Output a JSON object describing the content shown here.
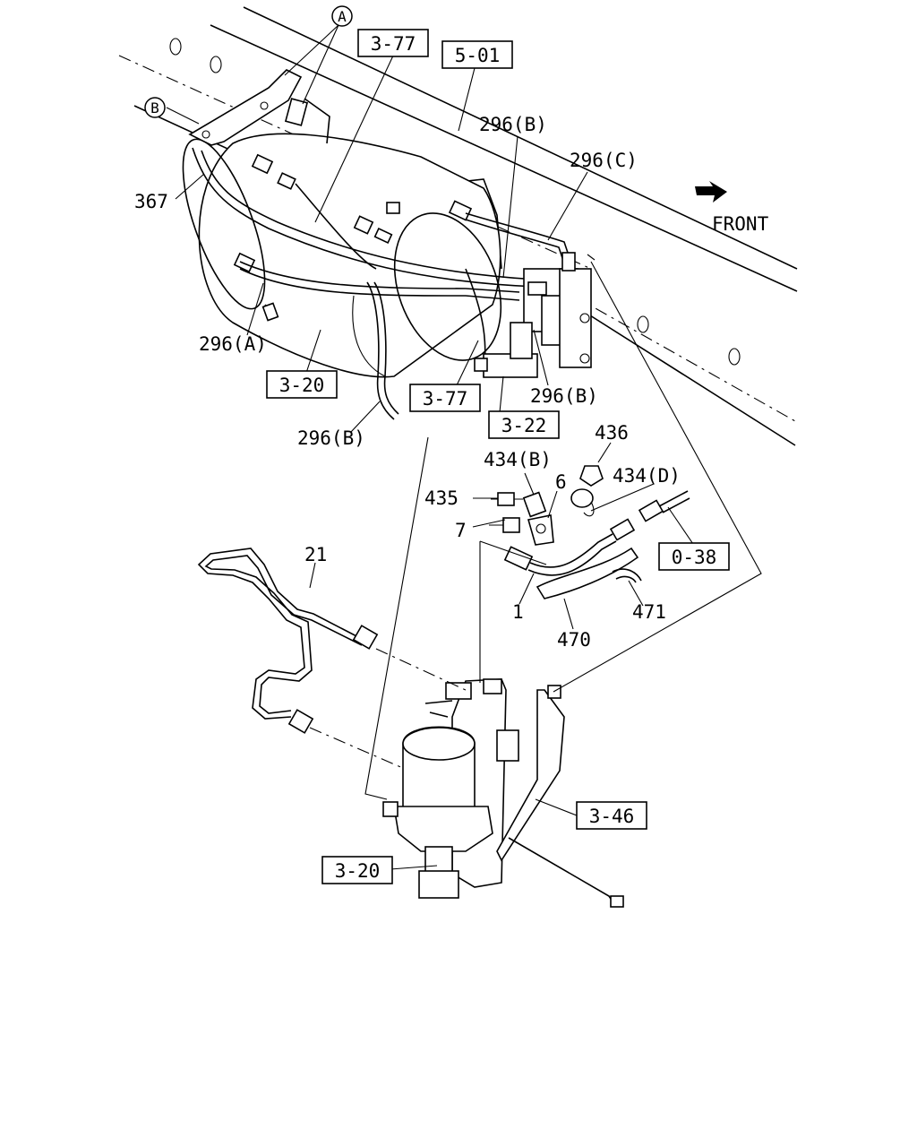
{
  "front_label": "FRONT",
  "circles": {
    "a": "A",
    "b": "B"
  },
  "refs": {
    "r377_top": "3-77",
    "r501": "5-01",
    "r320_mid": "3-20",
    "r377_mid": "3-77",
    "r322": "3-22",
    "r038": "0-38",
    "r346": "3-46",
    "r320_bot": "3-20"
  },
  "parts": {
    "p296b_top": "296(B)",
    "p296c": "296(C)",
    "p367": "367",
    "p296a": "296(A)",
    "p296b_mid": "296(B)",
    "p296b_low": "296(B)",
    "p436": "436",
    "p434b": "434(B)",
    "p434d": "434(D)",
    "p6": "6",
    "p435": "435",
    "p7": "7",
    "p21": "21",
    "p1": "1",
    "p470": "470",
    "p471": "471"
  }
}
